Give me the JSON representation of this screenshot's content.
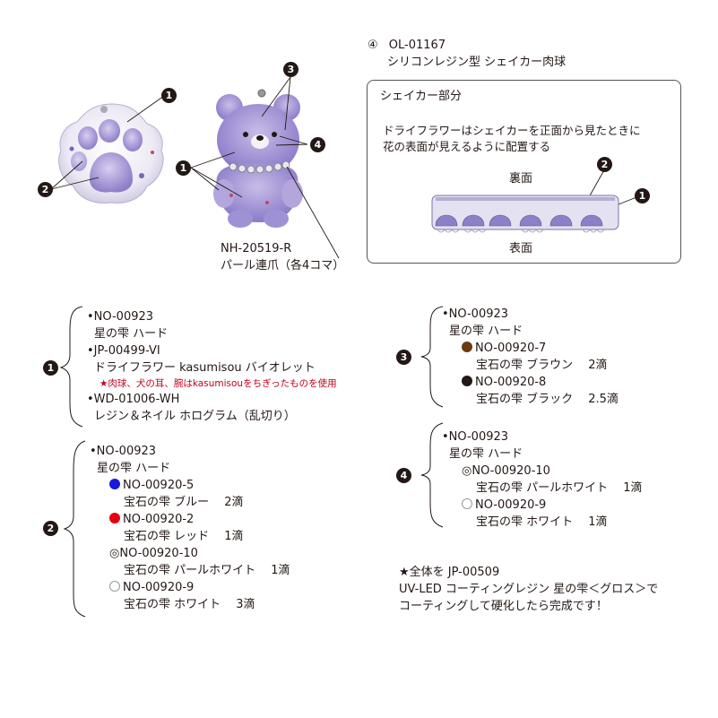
{
  "header": {
    "circled_num": "④",
    "code": "OL-01167",
    "title": "シリコンレジン型  シェイカー肉球"
  },
  "diagram_labels": {
    "one": "1",
    "two": "2",
    "three": "3",
    "four": "4"
  },
  "bear_label": {
    "code": "NH-20519-R",
    "name": "パール連爪（各4コマ）"
  },
  "shaker_box": {
    "title": "シェイカー部分",
    "desc_line1": "ドライフラワーはシェイカーを正面から見たときに",
    "desc_line2": "花の表面が見えるように配置する",
    "back_label": "裏面",
    "front_label": "表面"
  },
  "group1": {
    "badge": "1",
    "lines": [
      "•NO-00923",
      "星の雫 ハード",
      "•JP-00499-VI",
      "ドライフラワー kasumisou  バイオレット"
    ],
    "note": "★肉球、犬の耳、腕はkasumisouをちぎったものを使用",
    "lines2": [
      "•WD-01006-WH",
      "レジン＆ネイル ホログラム（乱切り）"
    ]
  },
  "group2": {
    "badge": "2",
    "line1": "•NO-00923",
    "line2": "星の雫 ハード",
    "items": [
      {
        "code": "NO-00920-5",
        "desc": "宝石の雫 ブルー　 2滴",
        "color": "#1a1adc",
        "kind": "dot"
      },
      {
        "code": "NO-00920-2",
        "desc": "宝石の雫 レッド　 1滴",
        "color": "#e60012",
        "kind": "dot"
      },
      {
        "code": "◎NO-00920-10",
        "desc": "宝石の雫 パールホワイト　 1滴",
        "color": "",
        "kind": "text"
      },
      {
        "code": "NO-00920-9",
        "desc": "宝石の雫 ホワイト　 3滴",
        "color": "#ffffff",
        "kind": "ring"
      }
    ]
  },
  "group3": {
    "badge": "3",
    "line1": "•NO-00923",
    "line2": "星の雫 ハード",
    "items": [
      {
        "code": "NO-00920-7",
        "desc": "宝石の雫 ブラウン　 2滴",
        "color": "#6b3a10",
        "kind": "dot"
      },
      {
        "code": "NO-00920-8",
        "desc": "宝石の雫 ブラック　 2.5滴",
        "color": "#231815",
        "kind": "dot"
      }
    ]
  },
  "group4": {
    "badge": "4",
    "line1": "•NO-00923",
    "line2": "星の雫 ハード",
    "items": [
      {
        "code": "◎NO-00920-10",
        "desc": "宝石の雫 パールホワイト　 1滴"
      },
      {
        "code": "NO-00920-9",
        "desc": "宝石の雫 ホワイト　 1滴"
      }
    ]
  },
  "footer": {
    "line1": "★全体を JP-00509",
    "line2": "UV-LED コーティングレジン 星の雫＜グロス＞で",
    "line3": "コーティングして硬化したら完成です！"
  }
}
